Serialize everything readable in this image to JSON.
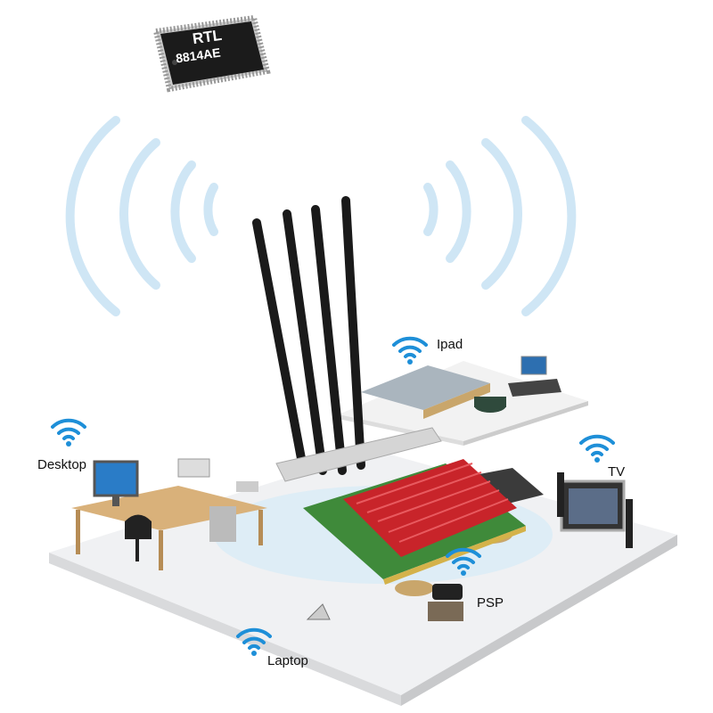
{
  "chip": {
    "line1": "RTL",
    "line2": "8814AE"
  },
  "labels": {
    "ipad": "Ipad",
    "desktop": "Desktop",
    "tv": "TV",
    "psp": "PSP",
    "laptop": "Laptop"
  },
  "colors": {
    "wifi": "#1e8fd8",
    "heatsink": "#c8242a",
    "pcb": "#3f8a3a",
    "antenna": "#1a1a1a",
    "signal": "#bfe0f3"
  }
}
